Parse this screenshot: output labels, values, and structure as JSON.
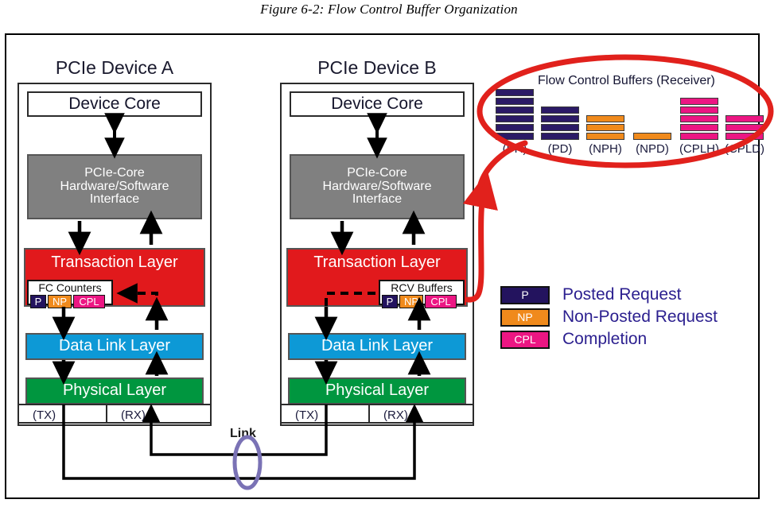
{
  "figure": {
    "caption": "Figure 6-2: Flow Control Buffer Organization"
  },
  "devices": [
    {
      "title": "PCIe Device A",
      "blocks": {
        "core": "Device Core",
        "hwsw_line1": "PCIe-Core",
        "hwsw_line2": "Hardware/Software",
        "hwsw_line3": "Interface",
        "transaction": "Transaction Layer",
        "datalink": "Data Link Layer",
        "physical": "Physical Layer"
      },
      "mini_panel": {
        "title": "FC Counters",
        "chips": [
          "P",
          "NP",
          "CPL"
        ]
      },
      "ports": {
        "tx": "(TX)",
        "rx": "(RX)"
      }
    },
    {
      "title": "PCIe Device B",
      "blocks": {
        "core": "Device Core",
        "hwsw_line1": "PCIe-Core",
        "hwsw_line2": "Hardware/Software",
        "hwsw_line3": "Interface",
        "transaction": "Transaction Layer",
        "datalink": "Data Link Layer",
        "physical": "Physical Layer"
      },
      "mini_panel": {
        "title": "RCV Buffers",
        "chips": [
          "P",
          "NP",
          "CPL"
        ]
      },
      "ports": {
        "tx": "(TX)",
        "rx": "(RX)"
      }
    }
  ],
  "link": {
    "label": "Link"
  },
  "flow_control_buffers": {
    "title": "Flow Control Buffers (Receiver)",
    "stacks": [
      {
        "label": "(PH)",
        "count": 6,
        "kind": "posted"
      },
      {
        "label": "(PD)",
        "count": 4,
        "kind": "posted"
      },
      {
        "label": "(NPH)",
        "count": 3,
        "kind": "non-posted"
      },
      {
        "label": "(NPD)",
        "count": 1,
        "kind": "non-posted"
      },
      {
        "label": "(CPLH)",
        "count": 5,
        "kind": "completion"
      },
      {
        "label": "(CPLD)",
        "count": 3,
        "kind": "completion"
      }
    ]
  },
  "legend": {
    "items": [
      {
        "tag": "P",
        "label": "Posted Request",
        "color": "#23135e"
      },
      {
        "tag": "NP",
        "label": "Non-Posted Request",
        "color": "#f08a1c"
      },
      {
        "tag": "CPL",
        "label": "Completion",
        "color": "#ec1683"
      }
    ]
  },
  "colors": {
    "transaction_layer": "#e1191c",
    "data_link_layer": "#0d99d6",
    "physical_layer": "#00963f",
    "hwsw_interface": "#808080",
    "posted": "#2b1a66",
    "non_posted": "#f08a1c",
    "completion": "#ec1683",
    "callout_ellipse": "#e1211c",
    "link_ellipse": "#7a72b5",
    "legend_text": "#2b1f8f"
  }
}
